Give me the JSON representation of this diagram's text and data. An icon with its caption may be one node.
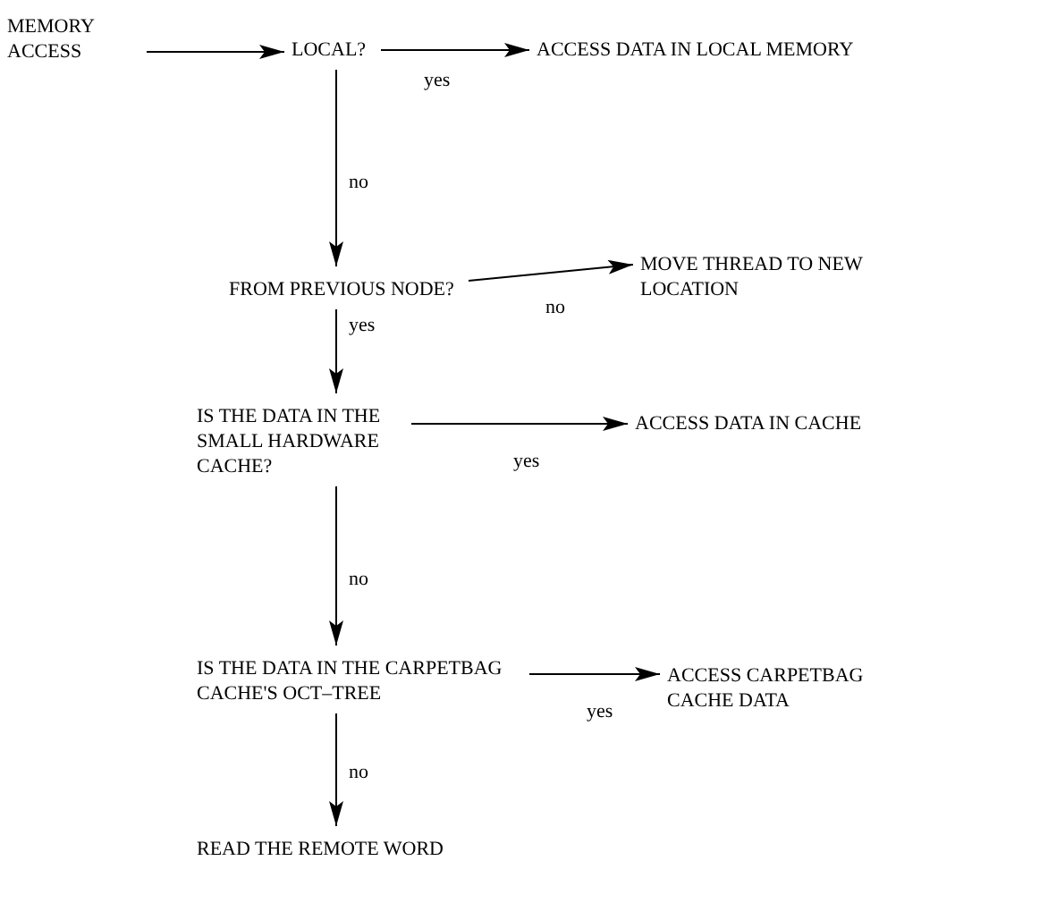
{
  "diagram": {
    "nodes": [
      {
        "text": [
          "MEMORY ACCESS"
        ]
      },
      {
        "text": [
          "LOCAL?"
        ]
      },
      {
        "text": [
          "ACCESS DATA IN LOCAL MEMORY"
        ]
      },
      {
        "text": [
          "FROM PREVIOUS NODE?"
        ]
      },
      {
        "text": [
          "MOVE THREAD TO NEW LOCATION"
        ]
      },
      {
        "text": [
          "IS THE DATA IN THE SMALL HARDWARE CACHE?"
        ]
      },
      {
        "text": [
          "ACCESS DATA IN CACHE"
        ]
      },
      {
        "text": [
          "IS THE DATA IN THE CARPETBAG CACHE'S OCT–TREE"
        ]
      },
      {
        "text": [
          "ACCESS CARPETBAG CACHE DATA"
        ]
      },
      {
        "text": [
          "READ THE REMOTE WORD"
        ]
      }
    ],
    "edges": [
      {
        "from": 0,
        "to": 1,
        "arrow": "to"
      },
      {
        "from": 1,
        "to": 2,
        "arrow": "to",
        "label": "yes"
      },
      {
        "from": 1,
        "to": 3,
        "arrow": "to",
        "label": "no"
      },
      {
        "from": 3,
        "to": 4,
        "arrow": "to",
        "label": "no"
      },
      {
        "from": 3,
        "to": 5,
        "arrow": "to",
        "label": "yes"
      },
      {
        "from": 5,
        "to": 6,
        "arrow": "to",
        "label": "yes"
      },
      {
        "from": 5,
        "to": 7,
        "arrow": "to",
        "label": "no"
      },
      {
        "from": 7,
        "to": 8,
        "arrow": "to",
        "label": "yes"
      },
      {
        "from": 7,
        "to": 9,
        "arrow": "to",
        "label": "no"
      }
    ]
  }
}
